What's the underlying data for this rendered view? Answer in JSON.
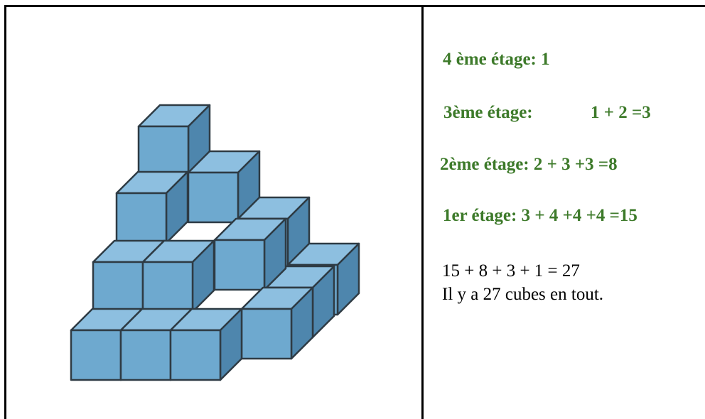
{
  "colors": {
    "green_text": "#3d7a2a",
    "cube_front": "#6ea9cf",
    "cube_top": "#8dbfe0",
    "cube_side": "#4e86ad",
    "cube_outline": "#2e3b44"
  },
  "illustration": {
    "icon": "cube-stack-illustration"
  },
  "levels": {
    "fourth": "4 ème étage: 1",
    "third_label": "3ème étage:",
    "third_sum": "1 + 2 =3",
    "second": "2ème étage: 2 + 3 +3 =8",
    "first": "1er étage: 3 + 4 +4 +4 =15"
  },
  "total": {
    "equation": "15 + 8 + 3 + 1 = 27",
    "sentence": "Il y a 27 cubes en tout."
  }
}
